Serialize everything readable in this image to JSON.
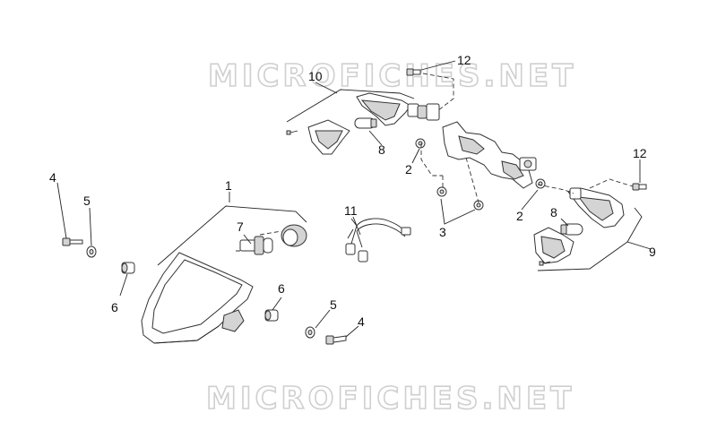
{
  "watermark": {
    "top": "MICROFICHES.NET",
    "bottom": "MICROFICHES.NET"
  },
  "callouts": {
    "c1": "1",
    "c2a": "2",
    "c2b": "2",
    "c3": "3",
    "c4a": "4",
    "c4b": "4",
    "c5a": "5",
    "c5b": "5",
    "c6a": "6",
    "c6b": "6",
    "c7": "7",
    "c8a": "8",
    "c8b": "8",
    "c9": "9",
    "c10": "10",
    "c11": "11",
    "c12a": "12",
    "c12b": "12"
  }
}
